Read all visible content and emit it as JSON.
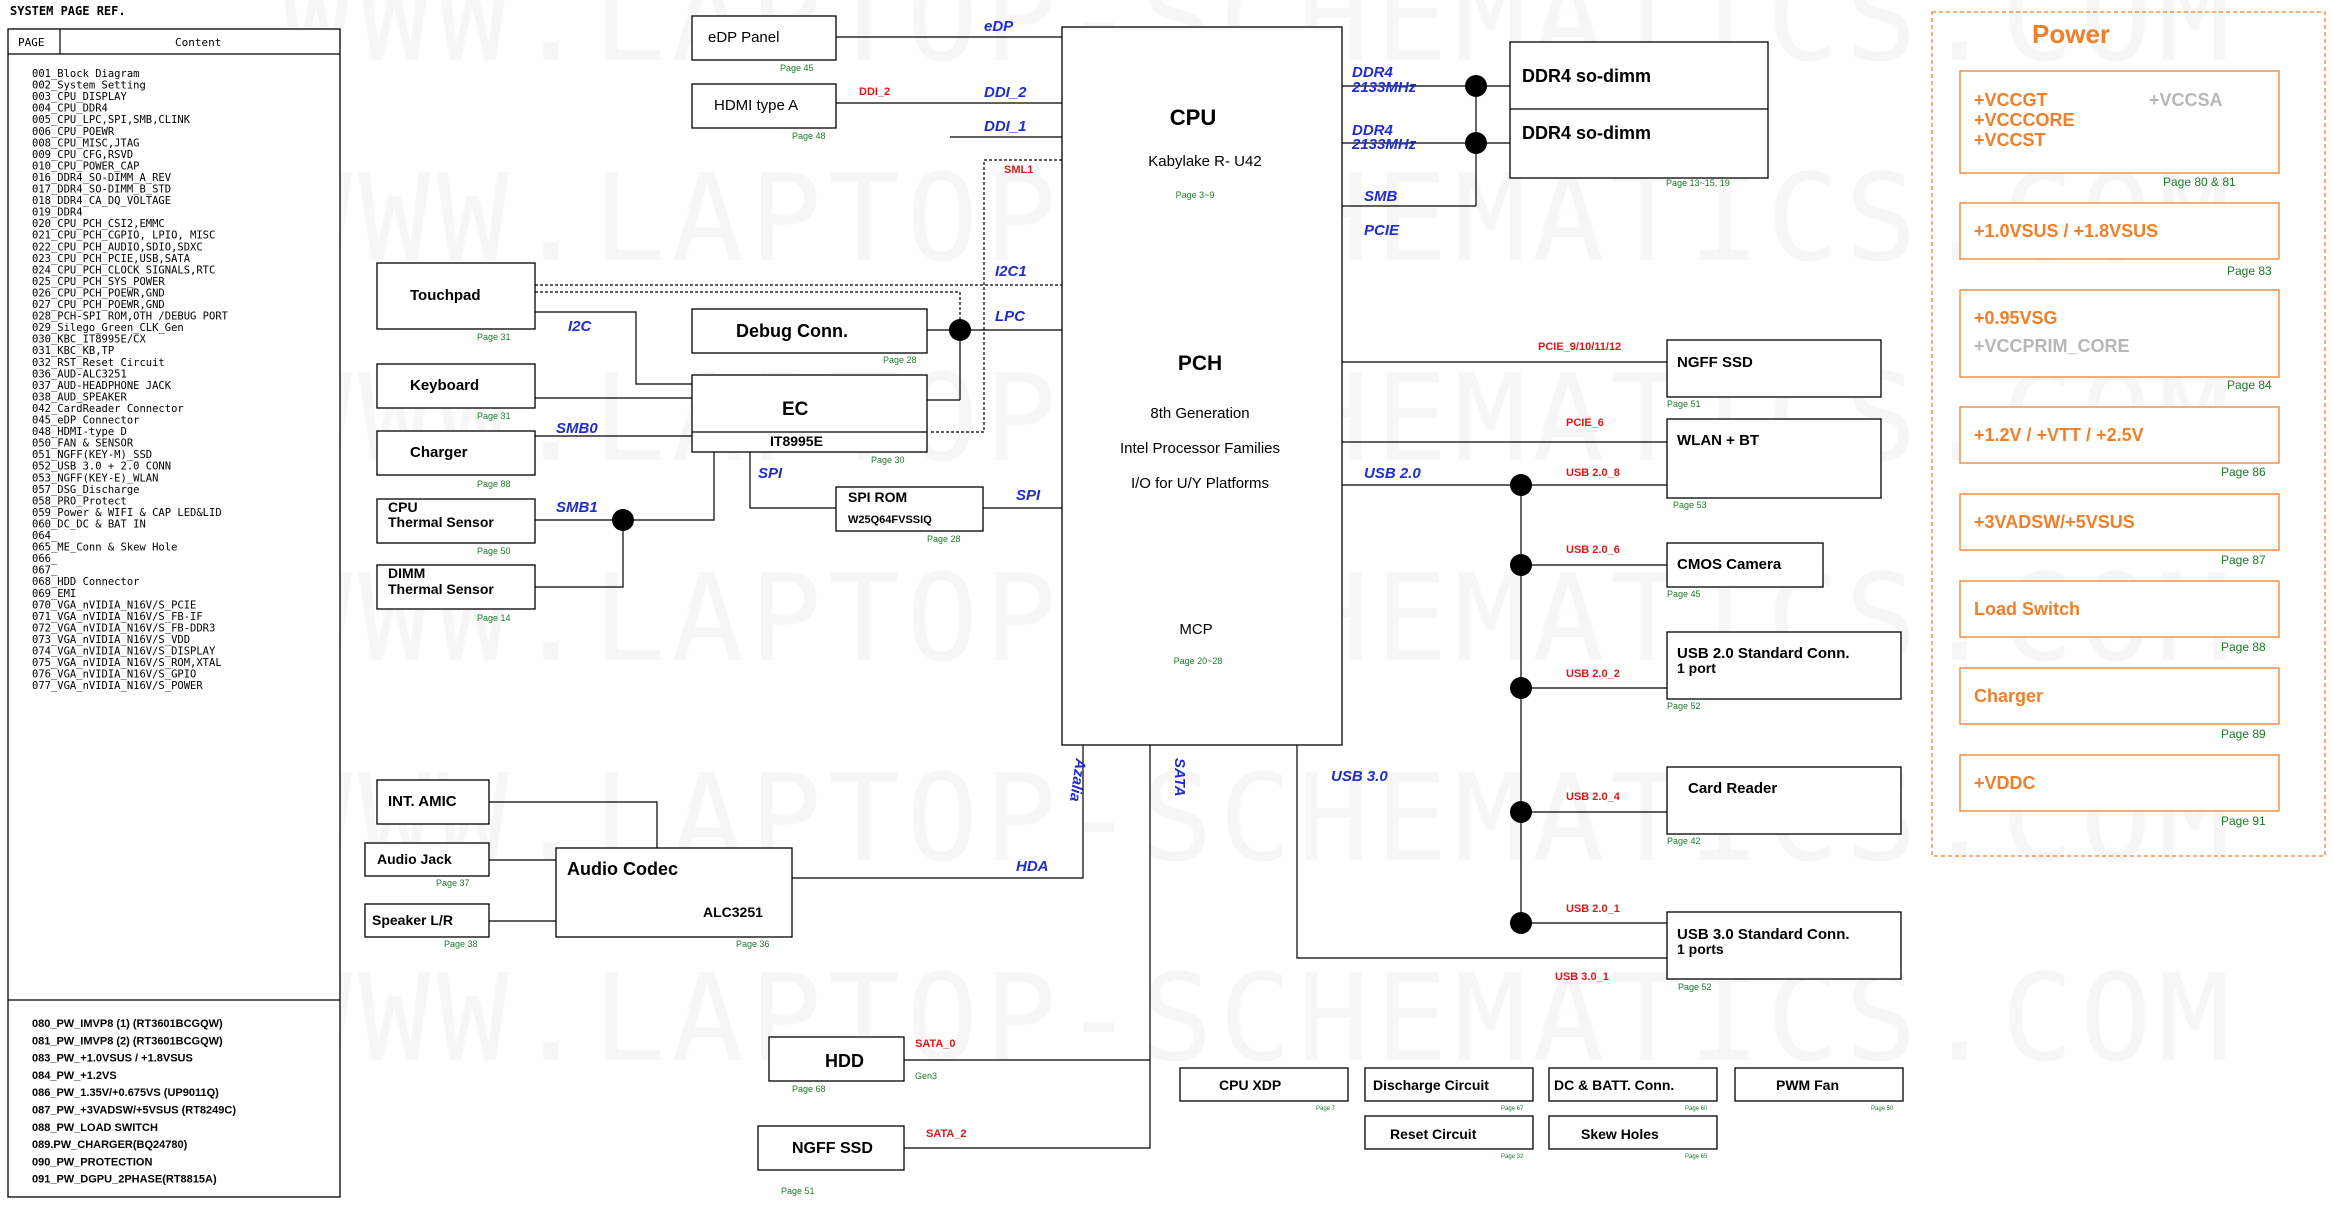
{
  "colors": {
    "page_ref": "#1d7a2c",
    "bus_blue": "#1f2dcc",
    "signal_red": "#d81919",
    "power_orange": "#f07f2a",
    "power_gray": "#b7b7b7"
  },
  "watermark": "WWW.LAPTOP-SCHEMATICS.COM",
  "sidebar": {
    "title": "SYSTEM PAGE REF.",
    "col_page": "PAGE",
    "col_content": "Content",
    "items": [
      "001_Block Diagram",
      "002_System Setting",
      "003_CPU_DISPLAY",
      "004_CPU_DDR4",
      "005_CPU_LPC,SPI,SMB,CLINK",
      "006_CPU_POEWR",
      "008_CPU_MISC,JTAG",
      "009_CPU_CFG,RSVD",
      "010_CPU_POWER_CAP",
      "016_DDR4_SO-DIMM_A_REV",
      "017_DDR4_SO-DIMM_B_STD",
      "018_DDR4_CA_DQ_VOLTAGE",
      "019_DDR4",
      "020_CPU_PCH_CSI2,EMMC",
      "021_CPU_PCH_CGPIO, LPIO, MISC",
      "022_CPU_PCH_AUDIO,SDIO,SDXC",
      "023_CPU_PCH_PCIE,USB,SATA",
      "024_CPU_PCH_CLOCK SIGNALS,RTC",
      "025_CPU_PCH_SYS_POWER",
      "026_CPU_PCH_POEWR,GND",
      "027_CPU_PCH_POEWR,GND",
      "028_PCH-SPI ROM,OTH /DEBUG PORT",
      "029_Silego_Green_CLK_Gen",
      "030_KBC_IT8995E/CX",
      "031_KBC_KB,TP",
      "032_RST_Reset Circuit",
      "036_AUD-ALC3251",
      "037_AUD-HEADPHONE JACK",
      "038_AUD_SPEAKER",
      "042_CardReader Connector",
      "045_eDP Connector",
      "048_HDMI-type D",
      "050_FAN & SENSOR",
      "051_NGFF(KEY-M)_SSD",
      "052_USB 3.0 + 2.0 CONN",
      "053_NGFF(KEY-E)_WLAN",
      "057_DSG_Discharge",
      "058_PRO_Protect",
      "059_Power & WIFI & CAP LED&LID",
      "060_DC_DC & BAT IN",
      "064_",
      "065_ME_Conn & Skew Hole",
      "066_",
      "067_",
      "068_HDD Connector",
      "069_EMI",
      "070_VGA_nVIDIA_N16V/S_PCIE",
      "071_VGA_nVIDIA_N16V/S_FB-IF",
      "072_VGA_nVIDIA_N16V/S_FB-DDR3",
      "073_VGA_nVIDIA_N16V/S_VDD",
      "074_VGA_nVIDIA_N16V/S_DISPLAY",
      "075_VGA_nVIDIA_N16V/S_ROM,XTAL",
      "076_VGA_nVIDIA_N16V/S_GPIO",
      "077_VGA_nVIDIA_N16V/S_POWER"
    ],
    "power_items": [
      "080_PW_IMVP8 (1) (RT3601BCGQW)",
      "081_PW_IMVP8 (2) (RT3601BCGQW)",
      "083_PW_+1.0VSUS / +1.8VSUS",
      "084_PW_+1.2VS",
      "086_PW_1.35V/+0.675VS (UP9011Q)",
      "087_PW_+3VADSW/+5VSUS (RT8249C)",
      "088_PW_LOAD SWITCH",
      "089.PW_CHARGER(BQ24780)",
      "090_PW_PROTECTION",
      "091_PW_DGPU_2PHASE(RT8815A)"
    ]
  },
  "soc": {
    "cpu_title": "CPU",
    "cpu_model": "Kabylake R- U42",
    "cpu_page": "Page 3~9",
    "pch_title": "PCH",
    "pch_line1": "8th Generation",
    "pch_line2": "Intel Processor Families",
    "pch_line3": "I/O for U/Y Platforms",
    "mcp_title": "MCP",
    "mcp_page": "Page 20~28"
  },
  "blocks": {
    "edp": {
      "label": "eDP Panel",
      "page": "Page 45"
    },
    "hdmi": {
      "label": "HDMI type A",
      "page": "Page 48"
    },
    "dimm1": {
      "label": "DDR4 so-dimm"
    },
    "dimm2": {
      "label": "DDR4 so-dimm"
    },
    "dimm_page": "Page 13~15, 19",
    "touchpad": {
      "label": "Touchpad",
      "page": "Page 31"
    },
    "keyboard": {
      "label": "Keyboard",
      "page": "Page 31"
    },
    "charger": {
      "label": "Charger",
      "page": "Page 88"
    },
    "cpu_thermal": {
      "line1": "CPU",
      "line2": "Thermal Sensor",
      "page": "Page 50"
    },
    "dimm_thermal": {
      "line1": "DIMM",
      "line2": "Thermal Sensor",
      "page": "Page 14"
    },
    "debug": {
      "label": "Debug Conn.",
      "page": "Page 28"
    },
    "ec": {
      "label": "EC",
      "part": "IT8995E",
      "page": "Page 30"
    },
    "spirom": {
      "label": "SPI ROM",
      "part": "W25Q64FVSSIQ",
      "page": "Page 28"
    },
    "ngff_ssd": {
      "label": "NGFF SSD",
      "page": "Page 51"
    },
    "wlan": {
      "label": "WLAN + BT",
      "page": "Page 53"
    },
    "camera": {
      "label": "CMOS Camera",
      "page": "Page 45"
    },
    "usb2conn": {
      "line1": "USB 2.0 Standard Conn.",
      "line2": "1 port",
      "page": "Page 52"
    },
    "cardreader": {
      "label": "Card Reader",
      "page": "Page 42"
    },
    "usb3conn": {
      "line1": "USB 3.0 Standard Conn.",
      "line2": "1 ports",
      "page": "Page 52"
    },
    "amic": {
      "label": "INT. AMIC"
    },
    "jack": {
      "label": "Audio Jack",
      "page": "Page 37"
    },
    "speaker": {
      "label": "Speaker L/R",
      "page": "Page 38"
    },
    "codec": {
      "label": "Audio Codec",
      "part": "ALC3251",
      "page": "Page 36"
    },
    "hdd": {
      "label": "HDD",
      "page": "Page 68",
      "gen": "Gen3"
    },
    "ssd2": {
      "label": "NGFF SSD",
      "page": "Page 51"
    }
  },
  "bottom_boxes": [
    {
      "label": "CPU XDP",
      "page": "Page 7"
    },
    {
      "label": "Discharge Circuit",
      "page": "Page 67"
    },
    {
      "label": "DC & BATT. Conn.",
      "page": "Page 60"
    },
    {
      "label": "PWM Fan",
      "page": "Page 50"
    },
    {
      "label": "Reset Circuit",
      "page": "Page 32"
    },
    {
      "label": "Skew Holes",
      "page": "Page 65"
    }
  ],
  "buses": {
    "edp": "eDP",
    "ddi2": "DDI_2",
    "ddi1": "DDI_1",
    "ddr4_a": "DDR4",
    "ddr4_a_speed": "2133MHz",
    "ddr4_b": "DDR4",
    "ddr4_b_speed": "2133MHz",
    "smb": "SMB",
    "pcie": "PCIE",
    "i2c1": "I2C1",
    "lpc": "LPC",
    "i2c": "I2C",
    "smb0": "SMB0",
    "smb1": "SMB1",
    "spi_ec": "SPI",
    "spi_pch": "SPI",
    "usb20": "USB 2.0",
    "usb30": "USB 3.0",
    "azalia": "Azalia",
    "sata": "SATA",
    "hda": "HDA"
  },
  "signals": {
    "ddi2": "DDI_2",
    "sml1": "SML1",
    "pcie_ssd": "PCIE_9/10/11/12",
    "pcie6": "PCIE_6",
    "usb8": "USB 2.0_8",
    "usb6": "USB 2.0_6",
    "usb2": "USB 2.0_2",
    "usb4": "USB 2.0_4",
    "usb1": "USB 2.0_1",
    "usb301": "USB 3.0_1",
    "sata0": "SATA_0",
    "sata2": "SATA_2"
  },
  "power": {
    "title": "Power",
    "box1": {
      "line1": "+VCCGT",
      "line2": "+VCCCORE",
      "line3": "+VCCST",
      "gray": "+VCCSA",
      "page": "Page 80 & 81"
    },
    "box2": {
      "label": "+1.0VSUS / +1.8VSUS",
      "page": "Page 83"
    },
    "box3": {
      "label": "+0.95VSG",
      "gray": "+VCCPRIM_CORE",
      "page": "Page 84"
    },
    "box4": {
      "label": "+1.2V / +VTT / +2.5V",
      "page": "Page 86"
    },
    "box5": {
      "label": "+3VADSW/+5VSUS",
      "page": "Page 87"
    },
    "box6": {
      "label": "Load Switch",
      "page": "Page 88"
    },
    "box7": {
      "label": "Charger",
      "page": "Page 89"
    },
    "box8": {
      "label": "+VDDC",
      "page": "Page 91"
    }
  }
}
